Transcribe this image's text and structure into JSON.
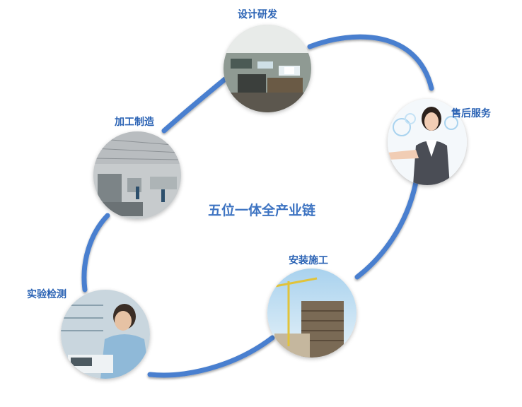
{
  "diagram": {
    "center_title": "五位一体全产业链",
    "nodes": [
      {
        "id": "design",
        "label": "设计研发",
        "icon": "office-workstations-photo"
      },
      {
        "id": "service",
        "label": "售后服务",
        "icon": "customer-service-agent-photo"
      },
      {
        "id": "install",
        "label": "安装施工",
        "icon": "construction-crane-building-photo"
      },
      {
        "id": "testing",
        "label": "实验检测",
        "icon": "lab-technician-photo"
      },
      {
        "id": "manufacturing",
        "label": "加工制造",
        "icon": "factory-floor-photo"
      }
    ],
    "colors": {
      "ring": "#4a7fcf",
      "label": "#2a62b4",
      "title": "#3e74c2"
    }
  }
}
